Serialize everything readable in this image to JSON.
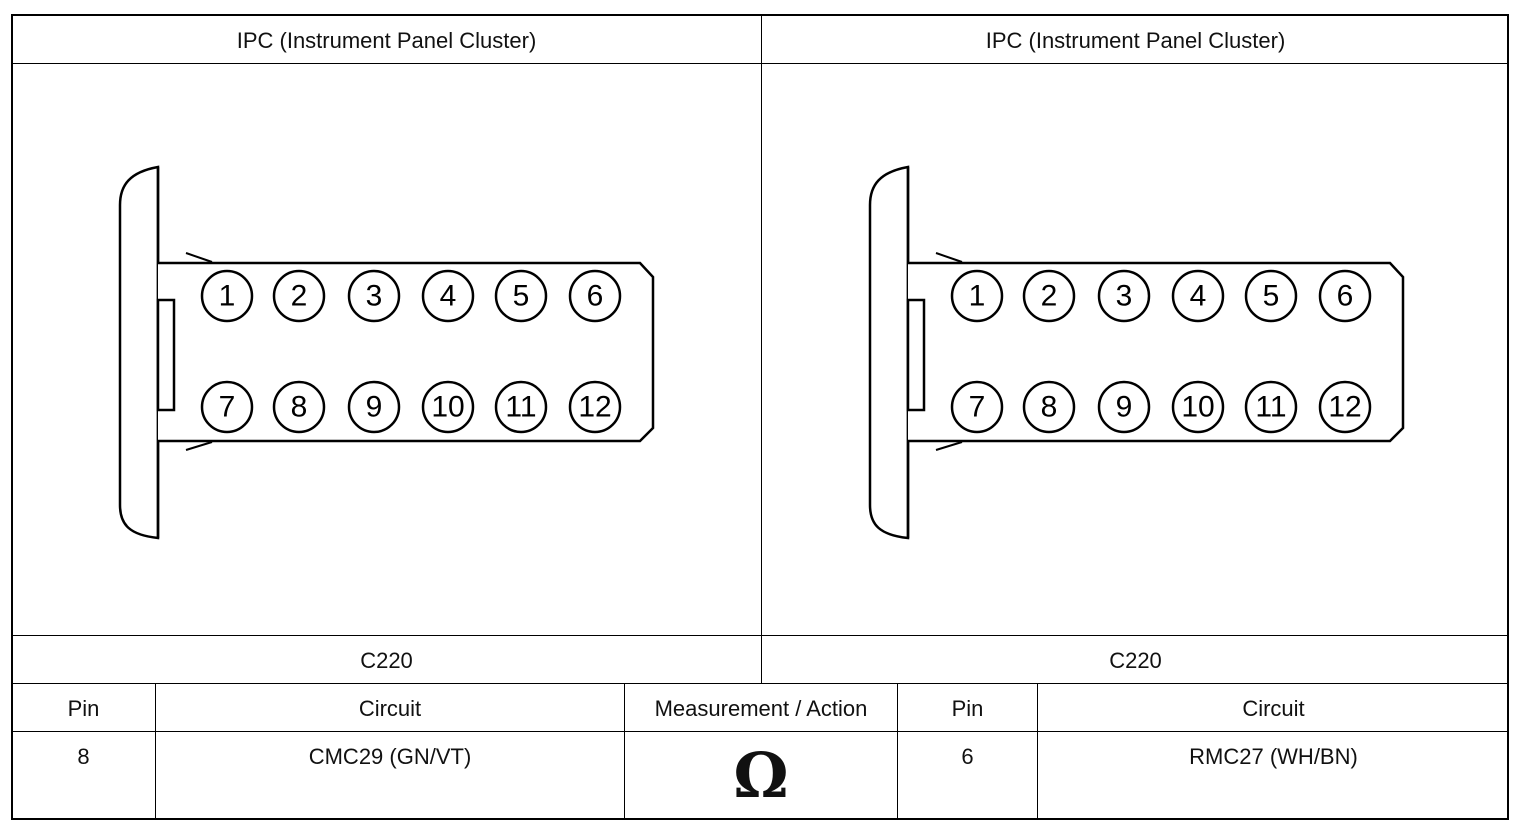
{
  "panels": [
    {
      "title": "IPC (Instrument Panel Cluster)",
      "connector": "C220",
      "pins_top": [
        "1",
        "2",
        "3",
        "4",
        "5",
        "6"
      ],
      "pins_bottom": [
        "7",
        "8",
        "9",
        "10",
        "11",
        "12"
      ]
    },
    {
      "title": "IPC (Instrument Panel Cluster)",
      "connector": "C220",
      "pins_top": [
        "1",
        "2",
        "3",
        "4",
        "5",
        "6"
      ],
      "pins_bottom": [
        "7",
        "8",
        "9",
        "10",
        "11",
        "12"
      ]
    }
  ],
  "table": {
    "headers": [
      "Pin",
      "Circuit",
      "Measurement / Action",
      "Pin",
      "Circuit"
    ],
    "row": {
      "pin_a": "8",
      "circuit_a": "CMC29 (GN/VT)",
      "measurement_symbol": "Ω",
      "pin_b": "6",
      "circuit_b": "RMC27 (WH/BN)"
    }
  }
}
